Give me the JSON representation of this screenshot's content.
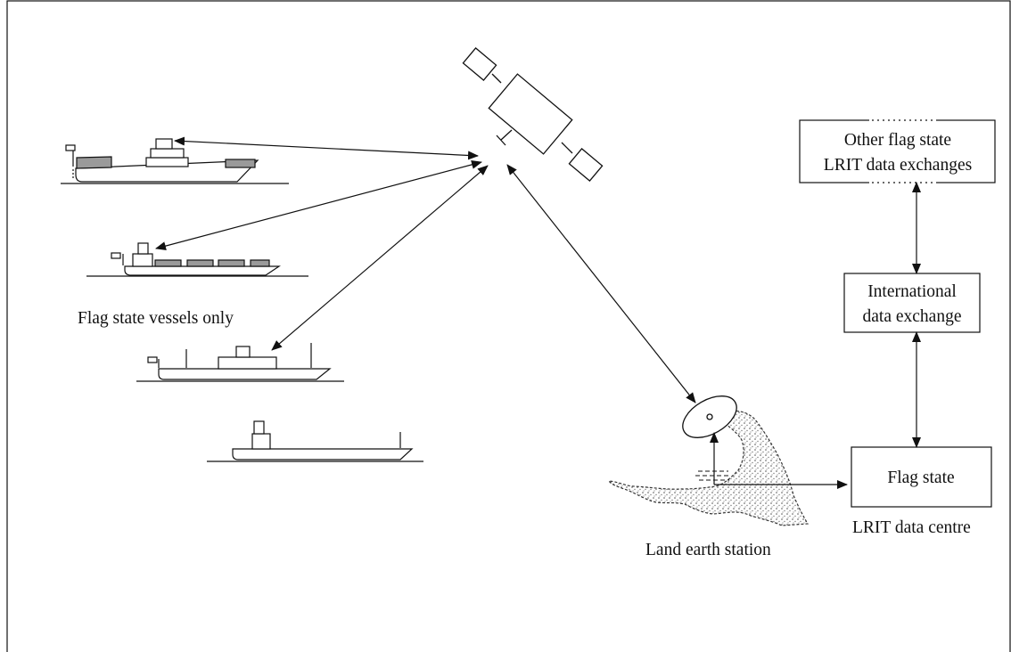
{
  "labels": {
    "vessels_caption": "Flag state vessels only",
    "land_station_caption": "Land earth station",
    "data_centre_caption": "LRIT data centre"
  },
  "boxes": {
    "other_flag": {
      "line1": "Other flag state",
      "line2": "LRIT data exchanges"
    },
    "international": {
      "line1": "International",
      "line2": "data exchange"
    },
    "flag_state": {
      "line1": "Flag state"
    }
  },
  "colors": {
    "line": "#111111",
    "cargo_fill": "#9a9a9a",
    "coast_stipple": "#555555"
  }
}
